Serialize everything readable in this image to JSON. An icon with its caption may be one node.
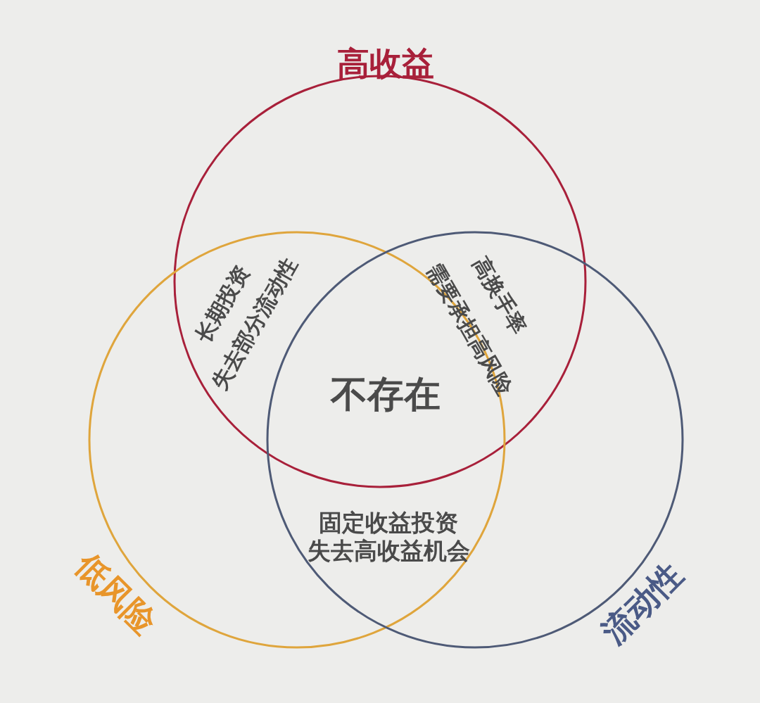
{
  "diagram": {
    "nodes": [
      {
        "text": [
          "高收益"
        ]
      },
      {
        "text": [
          "低风险"
        ]
      },
      {
        "text": [
          "流动性"
        ]
      }
    ],
    "labels": [
      "长期投资",
      "失去部分流动性",
      "高换手率",
      "需要承担高风险",
      "不存在",
      "固定收益投资",
      "失去高收益机会"
    ]
  }
}
